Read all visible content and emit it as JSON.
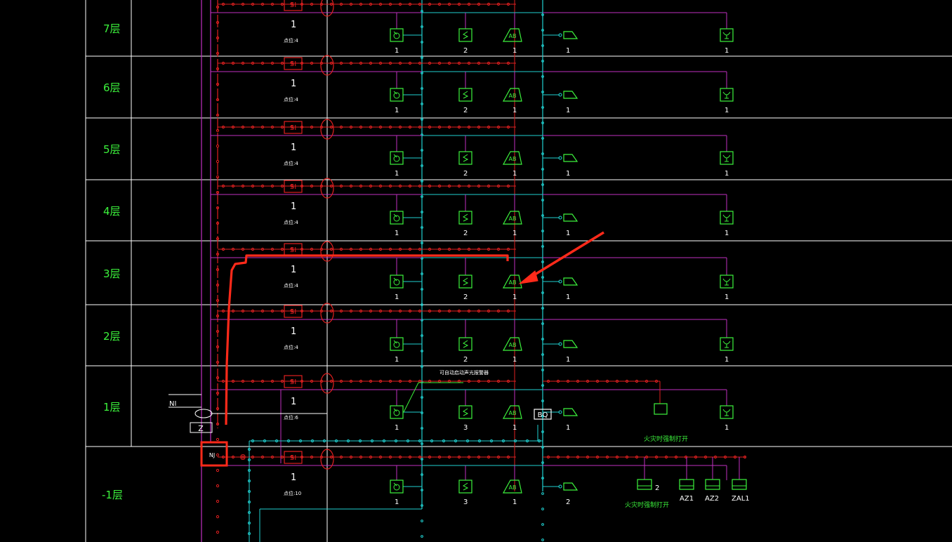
{
  "floors": [
    {
      "label": "7层",
      "modules": "1",
      "device_count_text": "点位:4",
      "counts": [
        "1",
        "2",
        "1",
        "1",
        "1"
      ]
    },
    {
      "label": "6层",
      "modules": "1",
      "device_count_text": "点位:4",
      "counts": [
        "1",
        "2",
        "1",
        "1",
        "1"
      ]
    },
    {
      "label": "5层",
      "modules": "1",
      "device_count_text": "点位:4",
      "counts": [
        "1",
        "2",
        "1",
        "1",
        "1"
      ]
    },
    {
      "label": "4层",
      "modules": "1",
      "device_count_text": "点位:4",
      "counts": [
        "1",
        "2",
        "1",
        "1",
        "1"
      ]
    },
    {
      "label": "3层",
      "modules": "1",
      "device_count_text": "点位:4",
      "counts": [
        "1",
        "2",
        "1",
        "1",
        "1"
      ]
    },
    {
      "label": "2层",
      "modules": "1",
      "device_count_text": "点位:4",
      "counts": [
        "1",
        "2",
        "1",
        "1",
        "1"
      ]
    },
    {
      "label": "1层",
      "modules": "1",
      "device_count_text": "点位:6",
      "counts": [
        "1",
        "3",
        "1",
        "1",
        "1"
      ]
    },
    {
      "label": "-1层",
      "modules": "1",
      "device_count_text": "点位:10",
      "counts": [
        "1",
        "3",
        "1",
        "2"
      ]
    }
  ],
  "symbols": {
    "module_box": "SI",
    "manual_alarm": "AB",
    "controller_box": "BQ",
    "panel_z": "Z",
    "panel_nj": "NJ",
    "input_label": "NI",
    "small_o": "O"
  },
  "annotations": {
    "smoke_note": "可自动启动声光报警器",
    "fire_door_1f": "火灾时强制打开",
    "fire_door_b1": "火灾时强制打开",
    "b1_count": "2",
    "az1": "AZ1",
    "az2": "AZ2",
    "zal1": "ZAL1"
  },
  "colors": {
    "background": "#000000",
    "red_bus": "#e02020",
    "magenta": "#c030c0",
    "cyan": "#20d0d0",
    "green": "#3cf23c",
    "white": "#ffffff",
    "highlight": "#ff2a1a"
  },
  "icons": [
    "smoke-detector-icon",
    "heat-detector-icon",
    "manual-alarm-icon",
    "speaker-icon",
    "horn-icon",
    "arrow-pointer-icon"
  ]
}
